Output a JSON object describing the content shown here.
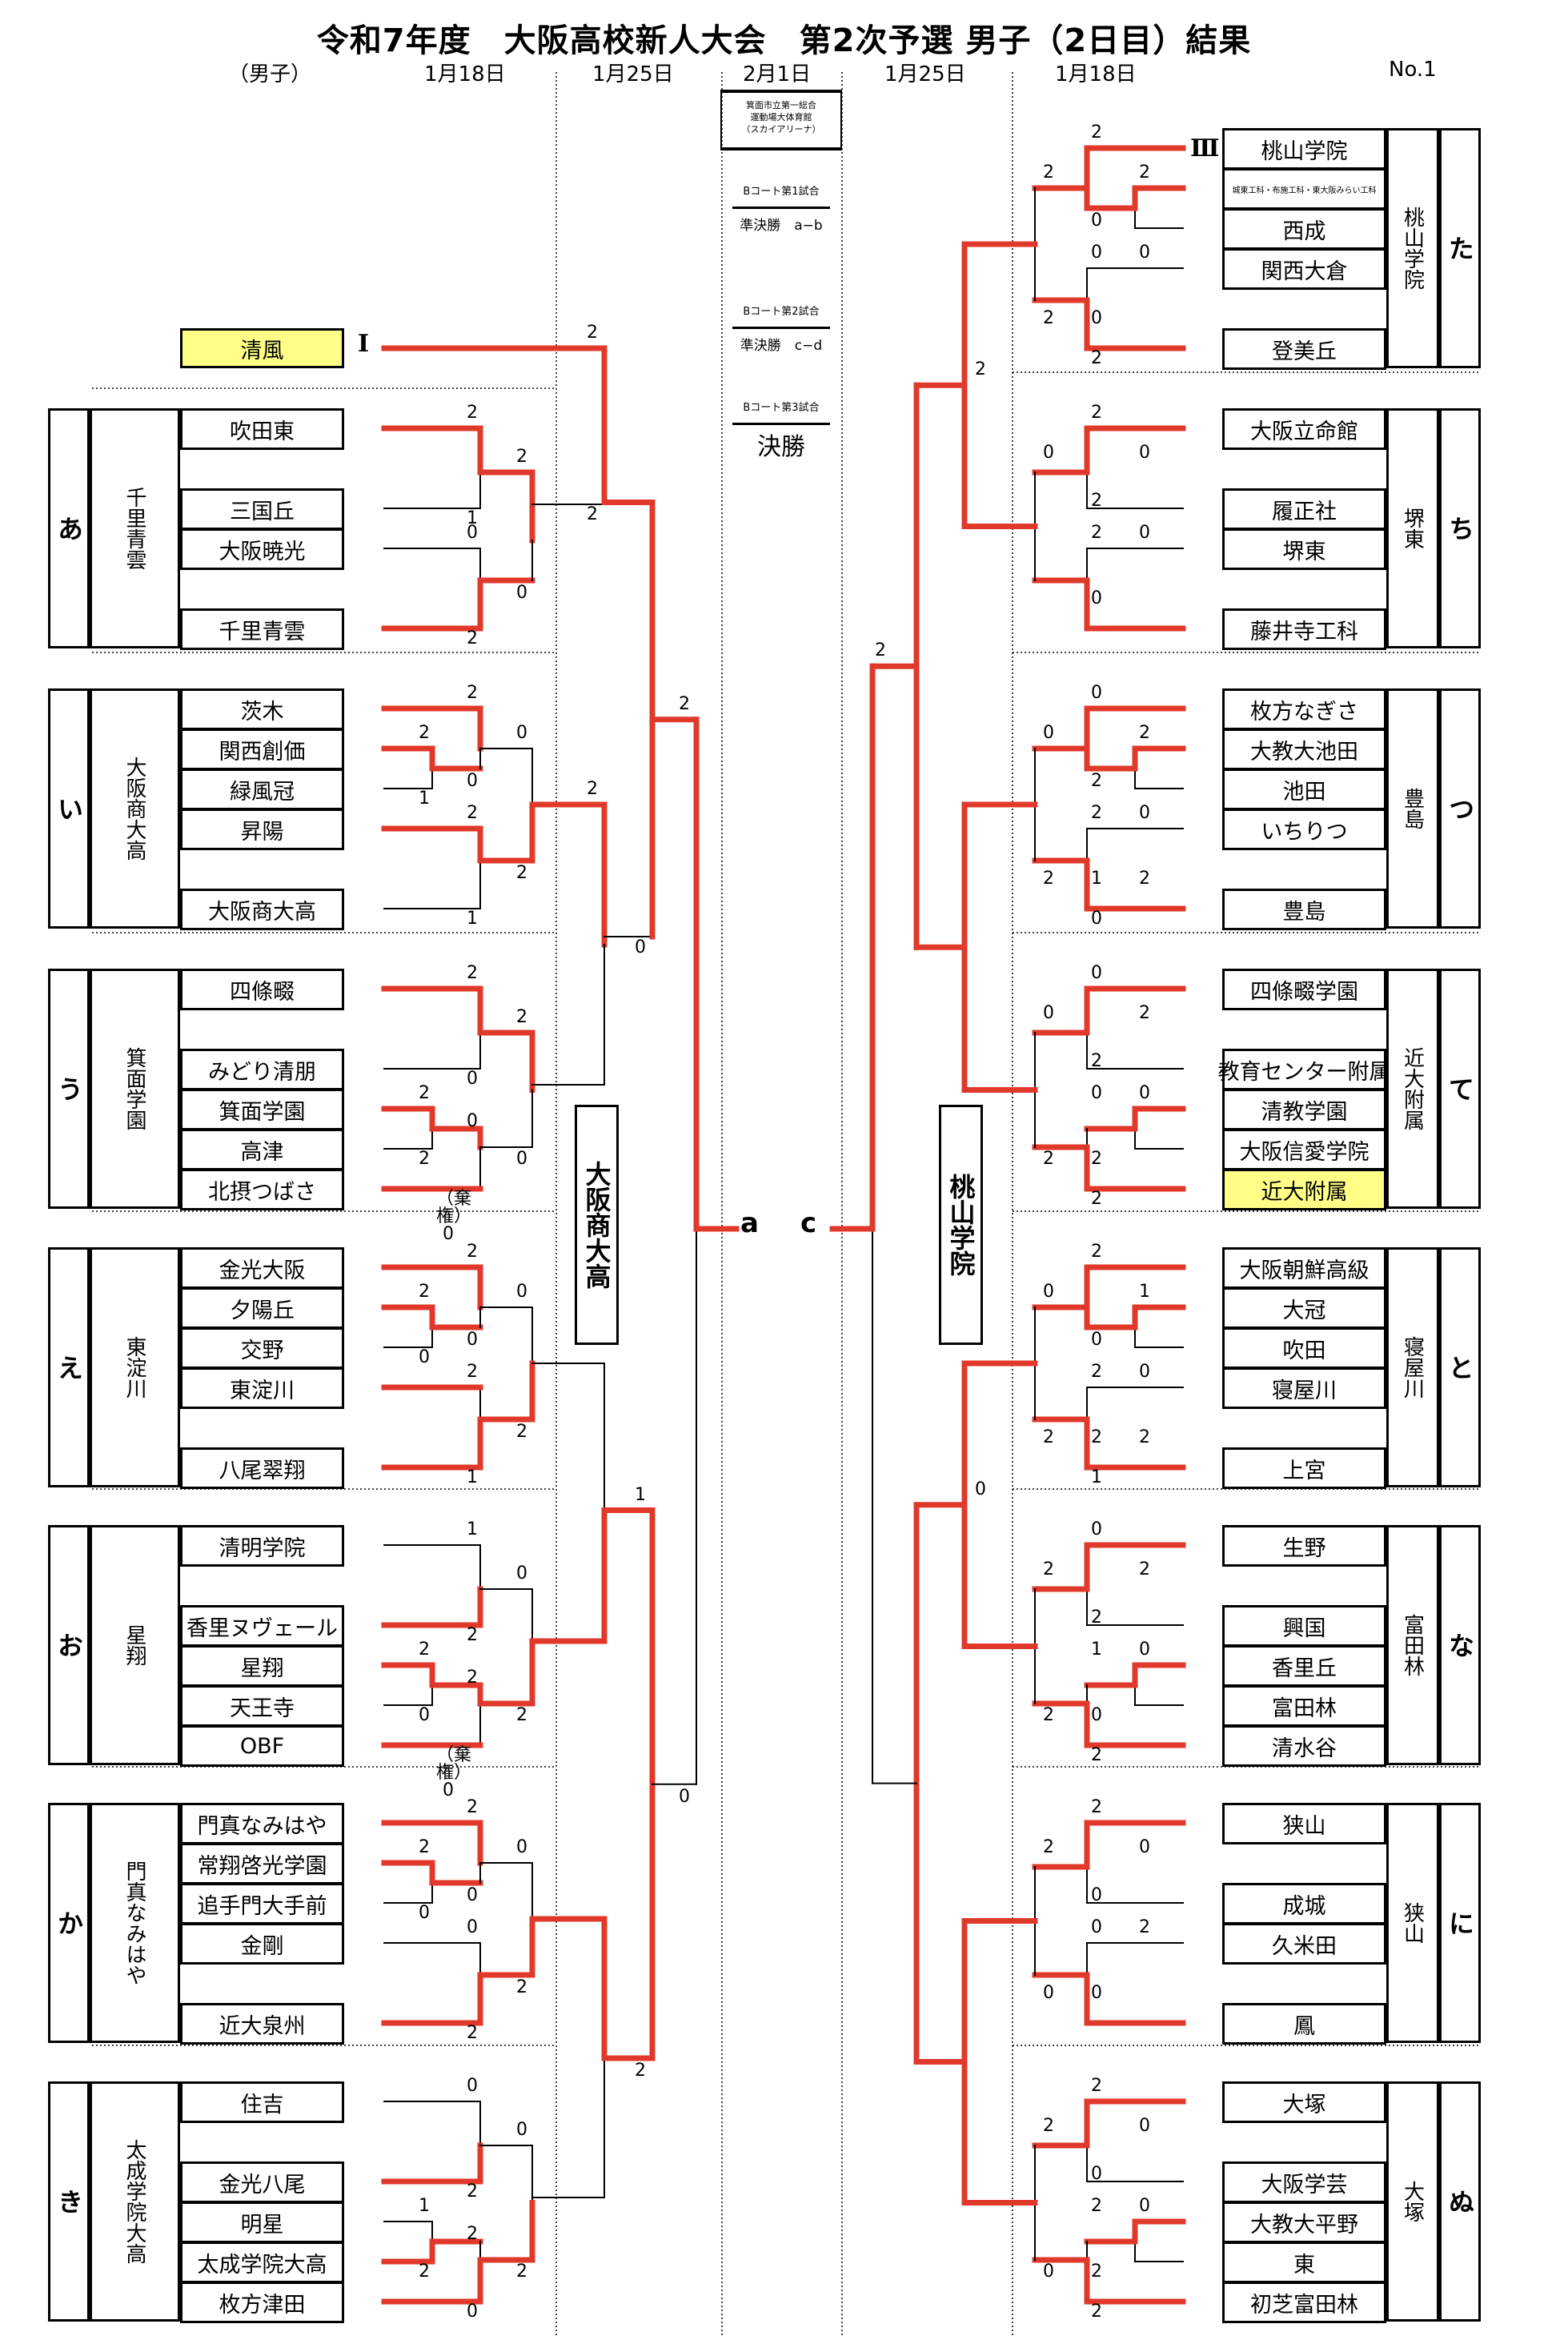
{
  "title": "令和7年度　大阪高校新人大会　第2次予選 男子（2日目）結果",
  "headers": {
    "gender": "（男子）",
    "left_r1_date": "1月18日",
    "left_r2_date": "1月25日",
    "center_date": "2月1日",
    "right_r2_date": "1月25日",
    "right_r1_date": "1月18日",
    "page_no": "No.1"
  },
  "venue": {
    "line1": "箕面市立第一総合",
    "line2": "運動場大体育館",
    "line3": "（スカイアリーナ）"
  },
  "center_schedule": [
    {
      "court": "Bコート第1試合",
      "round": "準決勝　a−b"
    },
    {
      "court": "Bコート第2試合",
      "round": "準決勝　c−d"
    },
    {
      "court": "Bコート第3試合",
      "round": "決勝"
    }
  ],
  "finalists": {
    "left": "大阪商大高",
    "right": "桃山学院",
    "left_label": "a",
    "right_label": "c"
  },
  "seeds": {
    "left": {
      "team": "清風",
      "mark": "Ⅰ"
    },
    "right": {
      "mark": "Ⅲ"
    }
  },
  "colors": {
    "winner_line": "#e0392b",
    "highlight": "#ffff88"
  },
  "left_blocks": [
    {
      "kana": "あ",
      "group": "千里青雲",
      "teams": [
        "吹田東",
        "",
        "三国丘",
        "大阪暁光",
        "",
        "千里青雲"
      ]
    },
    {
      "kana": "い",
      "group": "大阪商大高",
      "teams": [
        "茨木",
        "関西創価",
        "緑風冠",
        "昇陽",
        "",
        "大阪商大高"
      ]
    },
    {
      "kana": "う",
      "group": "箕面学園",
      "teams": [
        "四條畷",
        "",
        "みどり清朋",
        "箕面学園",
        "高津",
        "北摂つばさ"
      ]
    },
    {
      "kana": "え",
      "group": "東淀川",
      "teams": [
        "金光大阪",
        "夕陽丘",
        "交野",
        "東淀川",
        "",
        "八尾翠翔"
      ]
    },
    {
      "kana": "お",
      "group": "星翔",
      "teams": [
        "清明学院",
        "",
        "香里ヌヴェール",
        "星翔",
        "天王寺",
        "OBF"
      ]
    },
    {
      "kana": "か",
      "group": "門真なみはや",
      "teams": [
        "門真なみはや",
        "常翔啓光学園",
        "追手門大手前",
        "金剛",
        "",
        "近大泉州"
      ]
    },
    {
      "kana": "き",
      "group": "太成学院大高",
      "teams": [
        "住吉",
        "",
        "金光八尾",
        "明星",
        "太成学院大高",
        "枚方津田"
      ]
    }
  ],
  "right_blocks": [
    {
      "kana": "た",
      "group": "桃山学院",
      "teams": [
        "桃山学院",
        "城東工科・布施工科・東大阪みらい工科",
        "西成",
        "関西大倉",
        "",
        "登美丘"
      ]
    },
    {
      "kana": "ち",
      "group": "堺東",
      "teams": [
        "大阪立命館",
        "",
        "履正社",
        "堺東",
        "",
        "藤井寺工科"
      ]
    },
    {
      "kana": "つ",
      "group": "豊島",
      "teams": [
        "枚方なぎさ",
        "大教大池田",
        "池田",
        "いちりつ",
        "",
        "豊島"
      ]
    },
    {
      "kana": "て",
      "group": "近大附属",
      "teams": [
        "四條畷学園",
        "",
        "教育センター附属",
        "清教学園",
        "大阪信愛学院",
        "近大附属"
      ]
    },
    {
      "kana": "と",
      "group": "寝屋川",
      "teams": [
        "大阪朝鮮高級",
        "大冠",
        "吹田",
        "寝屋川",
        "",
        "上宮"
      ]
    },
    {
      "kana": "な",
      "group": "富田林",
      "teams": [
        "生野",
        "",
        "興国",
        "香里丘",
        "富田林",
        "清水谷"
      ]
    },
    {
      "kana": "に",
      "group": "狭山",
      "teams": [
        "狭山",
        "",
        "成城",
        "久米田",
        "",
        "鳳"
      ]
    },
    {
      "kana": "ぬ",
      "group": "大塚",
      "teams": [
        "大塚",
        "",
        "大阪学芸",
        "大教大平野",
        "東",
        "初芝富田林"
      ]
    }
  ],
  "forfeit_label": "（棄権）",
  "scores": {
    "left": [
      [
        "2",
        "2",
        "1",
        "0",
        "0",
        "2",
        "2",
        "0",
        "2"
      ],
      [
        "2",
        "2",
        "0",
        "1",
        "2",
        "2",
        "1",
        "0",
        "2",
        "0"
      ],
      [
        "2",
        "2",
        "0",
        "2",
        "0",
        "2",
        "0",
        "0",
        "0"
      ],
      [
        "2",
        "2",
        "1",
        "0",
        "0",
        "2",
        "2",
        "1",
        "0",
        "1"
      ],
      [
        "1",
        "0",
        "2",
        "2",
        "0",
        "2",
        "2",
        "0",
        "2",
        "0"
      ],
      [
        "2",
        "2",
        "0",
        "0",
        "0",
        "0",
        "2",
        "2",
        "2",
        "2"
      ],
      [
        "0",
        "0",
        "2",
        "1",
        "2",
        "2",
        "2",
        "0",
        "0"
      ]
    ],
    "right": [
      [
        "2",
        "2",
        "2",
        "0",
        "0",
        "0",
        "0",
        "2",
        "2"
      ],
      [
        "2",
        "0",
        "0",
        "2",
        "2",
        "0",
        "0"
      ],
      [
        "0",
        "0",
        "2",
        "2",
        "2",
        "0",
        "1",
        "2",
        "0",
        "2"
      ],
      [
        "0",
        "0",
        "2",
        "2",
        "0",
        "0",
        "2",
        "2",
        "2"
      ],
      [
        "2",
        "0",
        "1",
        "0",
        "2",
        "0",
        "2",
        "2",
        "1",
        "2"
      ],
      [
        "0",
        "2",
        "2",
        "2",
        "1",
        "0",
        "0",
        "2",
        "2"
      ],
      [
        "2",
        "2",
        "0",
        "0",
        "0",
        "2",
        "0",
        "0"
      ],
      [
        "2",
        "2",
        "0",
        "0",
        "2",
        "0",
        "2",
        "0",
        "2"
      ]
    ],
    "upper": {
      "left_seed_r2": "2",
      "left_top_r3": "2",
      "left_a_r3": "0",
      "left_semi": "2",
      "right_top_r3": "2",
      "right_semi": "2",
      "right_mid_r3": "0"
    }
  }
}
